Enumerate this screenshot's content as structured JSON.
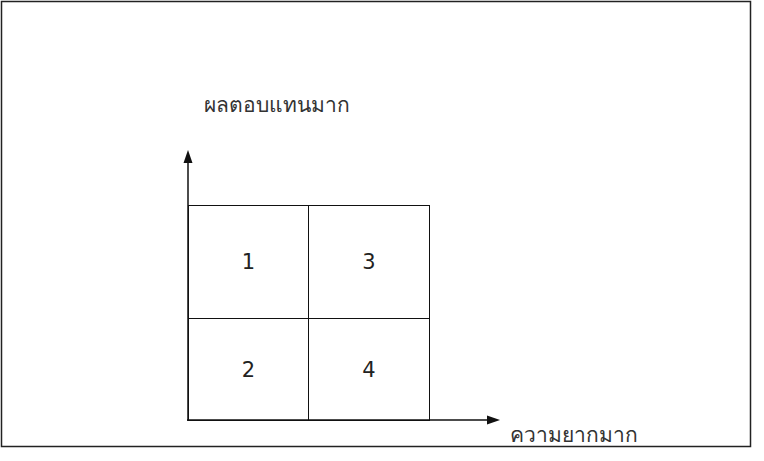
{
  "diagram": {
    "nodes": [
      {
        "text": [
          "1"
        ]
      },
      {
        "text": [
          "3"
        ]
      },
      {
        "text": [
          "2"
        ]
      },
      {
        "text": [
          "4"
        ]
      }
    ],
    "labels": [
      "ผลตอบแทนมาก",
      "ความยากมาก"
    ]
  }
}
